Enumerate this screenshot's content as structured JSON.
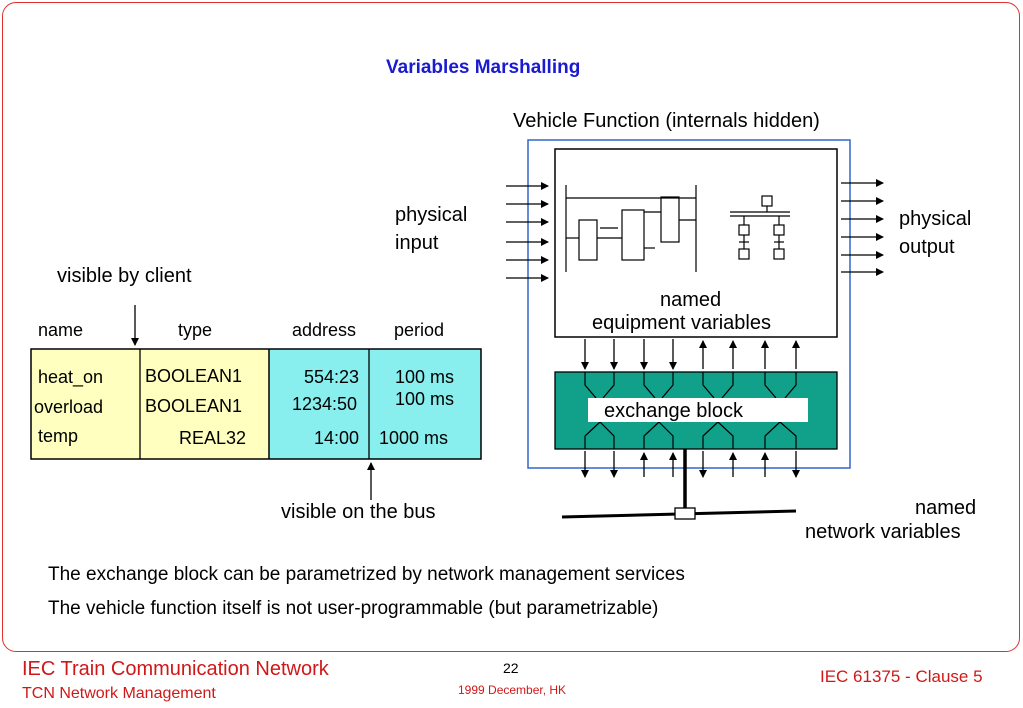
{
  "title": "Variables Marshalling",
  "vehicle_function_label": "Vehicle Function (internals hidden)",
  "physical_input": [
    "physical",
    "input"
  ],
  "physical_output": [
    "physical",
    "output"
  ],
  "named_equipment": [
    "named",
    "equipment variables"
  ],
  "exchange_block": "exchange block",
  "named_network": [
    "named",
    "network variables"
  ],
  "visible_by_client": "visible by client",
  "visible_on_bus": "visible on the bus",
  "table": {
    "headers": [
      "name",
      "type",
      "address",
      "period"
    ],
    "rows": [
      {
        "name": "heat_on",
        "type": "BOOLEAN1",
        "address": "554:23",
        "period": "100 ms"
      },
      {
        "name": "overload",
        "type": "BOOLEAN1",
        "address": "1234:50",
        "period": "100 ms"
      },
      {
        "name": "temp",
        "type": "REAL32",
        "address": "14:00",
        "period": "1000 ms"
      }
    ],
    "client_color": "#ffffc0",
    "bus_color": "#88eeee"
  },
  "notes": [
    "The exchange block can be parametrized by network management services",
    "The vehicle function itself is not user-programmable (but parametrizable)"
  ],
  "footer": {
    "left_title": "IEC Train Communication Network",
    "left_sub": "TCN Network Management",
    "page_number": "22",
    "date": "1999 December, HK",
    "right": "IEC 61375 - Clause 5"
  },
  "colors": {
    "title": "#1a1ad0",
    "frame": "#e03030",
    "footer": "#d01818",
    "exchange_block": "#11a08a",
    "vehicle_box": "#3366cc"
  }
}
